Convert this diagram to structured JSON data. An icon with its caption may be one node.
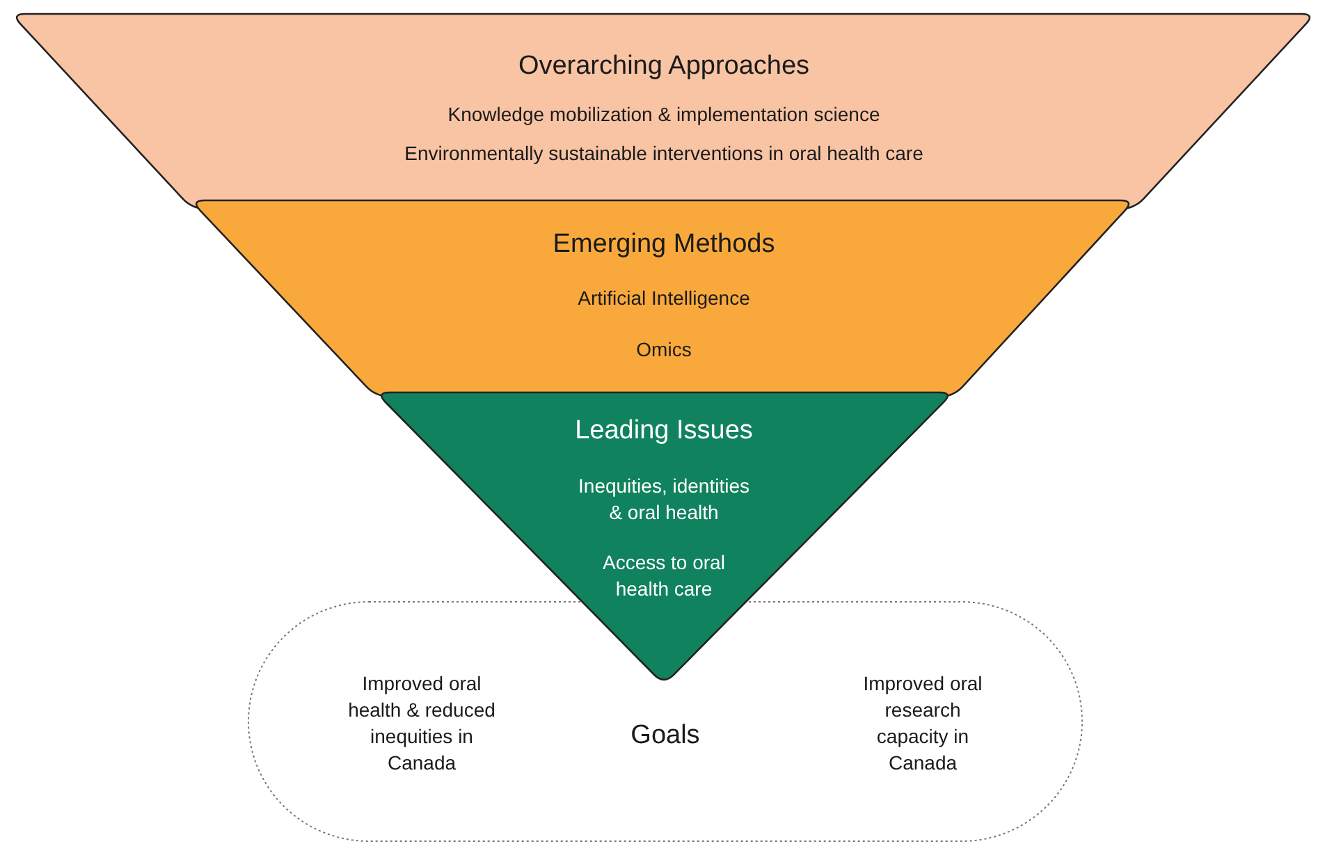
{
  "diagram": {
    "nodes": [
      {
        "text": [
          "Overarching Approaches",
          "Knowledge mobilization & implementation science",
          "Environmentally sustainable interventions in oral health care"
        ]
      },
      {
        "text": [
          "Emerging Methods",
          "Artificial Intelligence",
          "Omics"
        ]
      },
      {
        "text": [
          "Leading Issues",
          "Inequities, identities & oral health",
          "Access to oral health care"
        ]
      },
      {
        "text": [
          "Improved oral health & reduced inequities in Canada",
          "Goals",
          "Improved oral research capacity in Canada"
        ]
      }
    ]
  }
}
